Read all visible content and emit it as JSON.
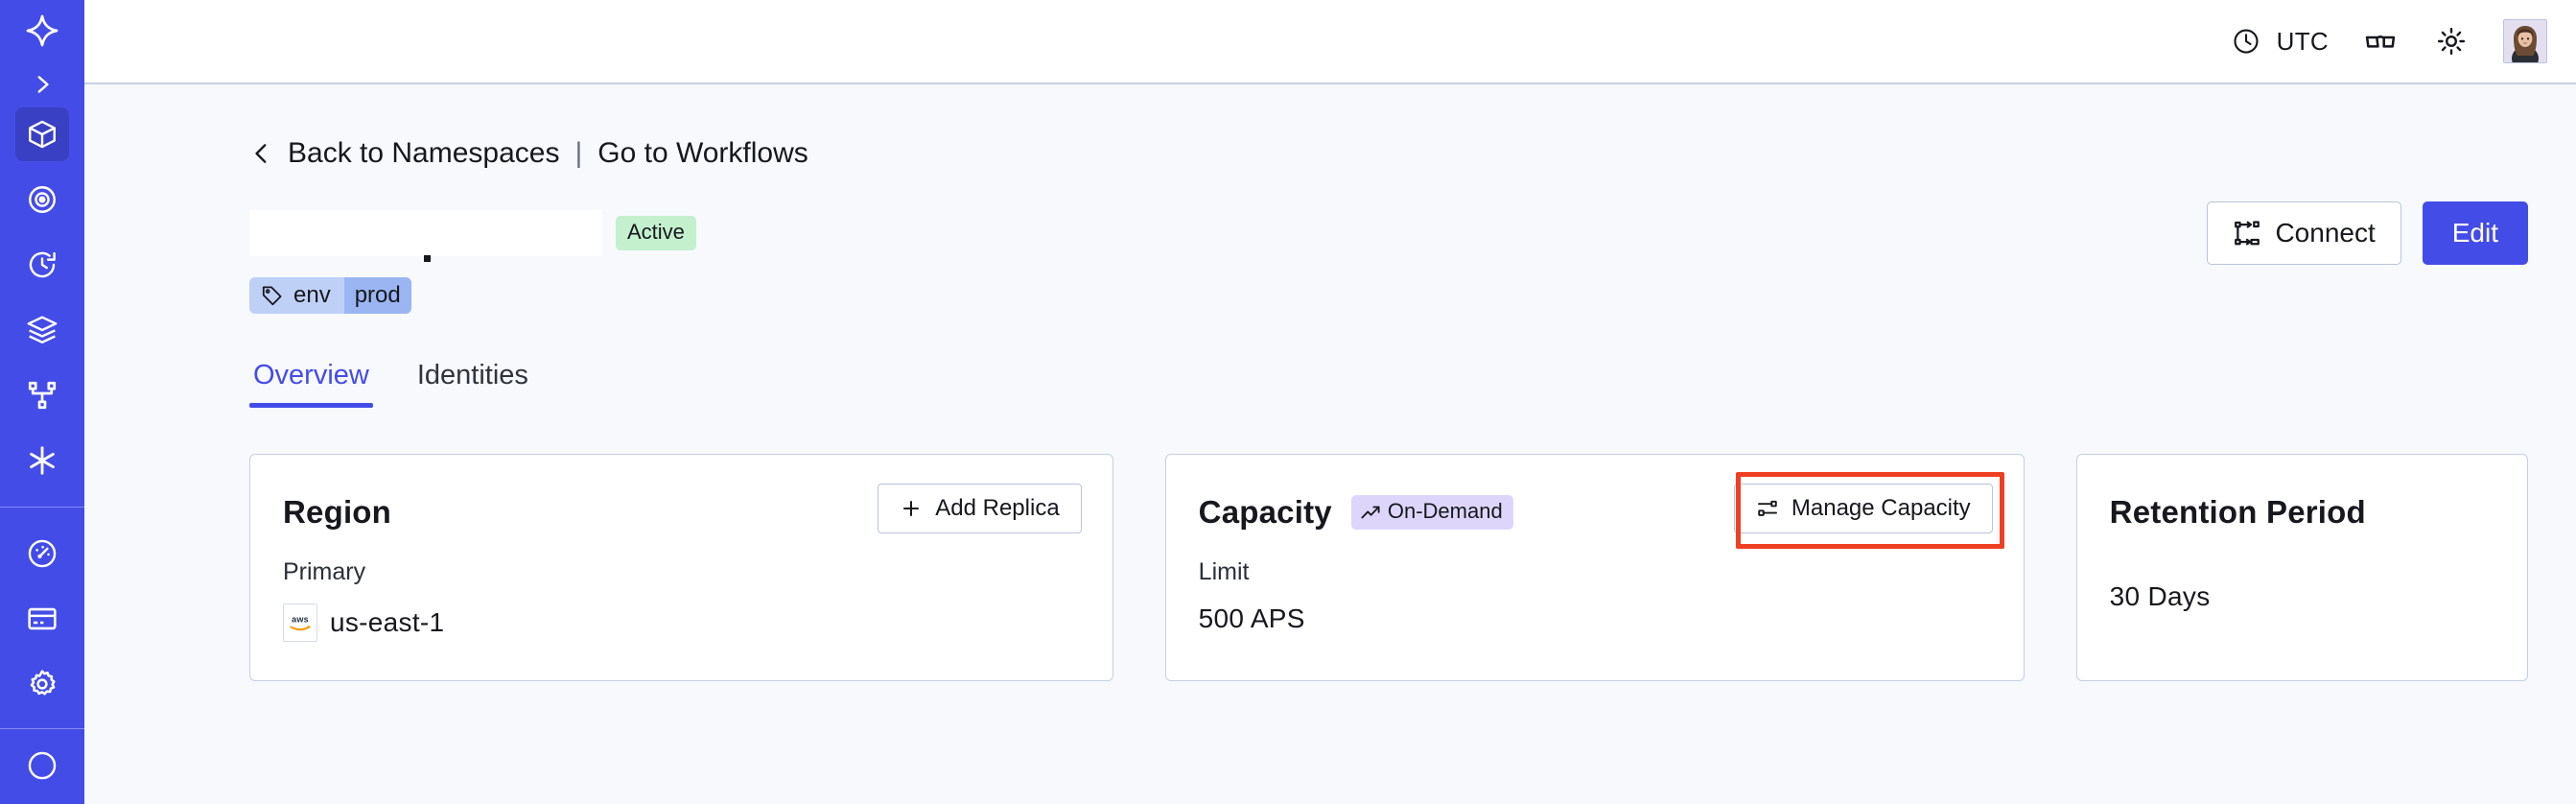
{
  "sidebar": {
    "logo": {
      "name": "temporal-logo",
      "label": "Temporal"
    },
    "expand": {
      "label": "Expand navigation"
    },
    "items": [
      {
        "id": "namespaces",
        "icon": "cube-icon",
        "label": "Namespaces",
        "active": true
      },
      {
        "id": "observe",
        "icon": "radar-eye-icon",
        "label": "Observe",
        "active": false
      },
      {
        "id": "history",
        "icon": "stopwatch-icon",
        "label": "History",
        "active": false
      },
      {
        "id": "layers",
        "icon": "layers-icon",
        "label": "Layers",
        "active": false
      },
      {
        "id": "workflows",
        "icon": "git-branch-icon",
        "label": "Workflows",
        "active": false
      },
      {
        "id": "nexus",
        "icon": "asterisk-icon",
        "label": "Nexus",
        "active": false
      }
    ],
    "items_bottom": [
      {
        "id": "usage",
        "icon": "gauge-icon",
        "label": "Usage",
        "active": false
      },
      {
        "id": "billing",
        "icon": "credit-card-icon",
        "label": "Billing",
        "active": false
      },
      {
        "id": "settings",
        "icon": "gear-icon",
        "label": "Settings",
        "active": false
      }
    ]
  },
  "topbar": {
    "timezone_label": "UTC",
    "timezone_icon": "clock-icon",
    "glasses_icon": "glasses-icon",
    "theme_icon": "sun-icon",
    "avatar": "user-avatar"
  },
  "breadcrumb": {
    "back_icon": "chevron-left-icon",
    "back_label": "Back to Namespaces",
    "separator": "|",
    "forward_label": "Go to Workflows"
  },
  "namespace": {
    "name": "",
    "status_badge": "Active",
    "tag": {
      "icon": "tag-icon",
      "key": "env",
      "value": "prod"
    }
  },
  "actions": {
    "connect_label": "Connect",
    "connect_icon": "connect-flow-icon",
    "edit_label": "Edit"
  },
  "tabs": [
    {
      "id": "overview",
      "label": "Overview",
      "active": true
    },
    {
      "id": "identities",
      "label": "Identities",
      "active": false
    }
  ],
  "cards": {
    "region": {
      "title": "Region",
      "button_label": "Add Replica",
      "button_icon": "plus-icon",
      "label": "Primary",
      "provider_icon": "aws-logo",
      "value": "us-east-1"
    },
    "capacity": {
      "title": "Capacity",
      "badge_label": "On-Demand",
      "badge_icon": "trending-up-icon",
      "button_label": "Manage Capacity",
      "button_icon": "sliders-icon",
      "highlighted": true,
      "highlight_color": "#ef3f22",
      "label": "Limit",
      "value": "500 APS"
    },
    "retention": {
      "title": "Retention Period",
      "value": "30 Days"
    }
  },
  "colors": {
    "brand": "#444ce7",
    "sidebar_bg": "#444ce7",
    "sidebar_active": "#3a40c4",
    "page_bg": "#f7f9fc",
    "card_border": "#c4d0e3",
    "badge_active_bg": "#c4f0ce",
    "badge_ondemand_bg": "#ddd6fa",
    "tag_bg": "#bfd0f7",
    "tag_value_bg": "#9ab5f2",
    "highlight": "#ef3f22"
  }
}
